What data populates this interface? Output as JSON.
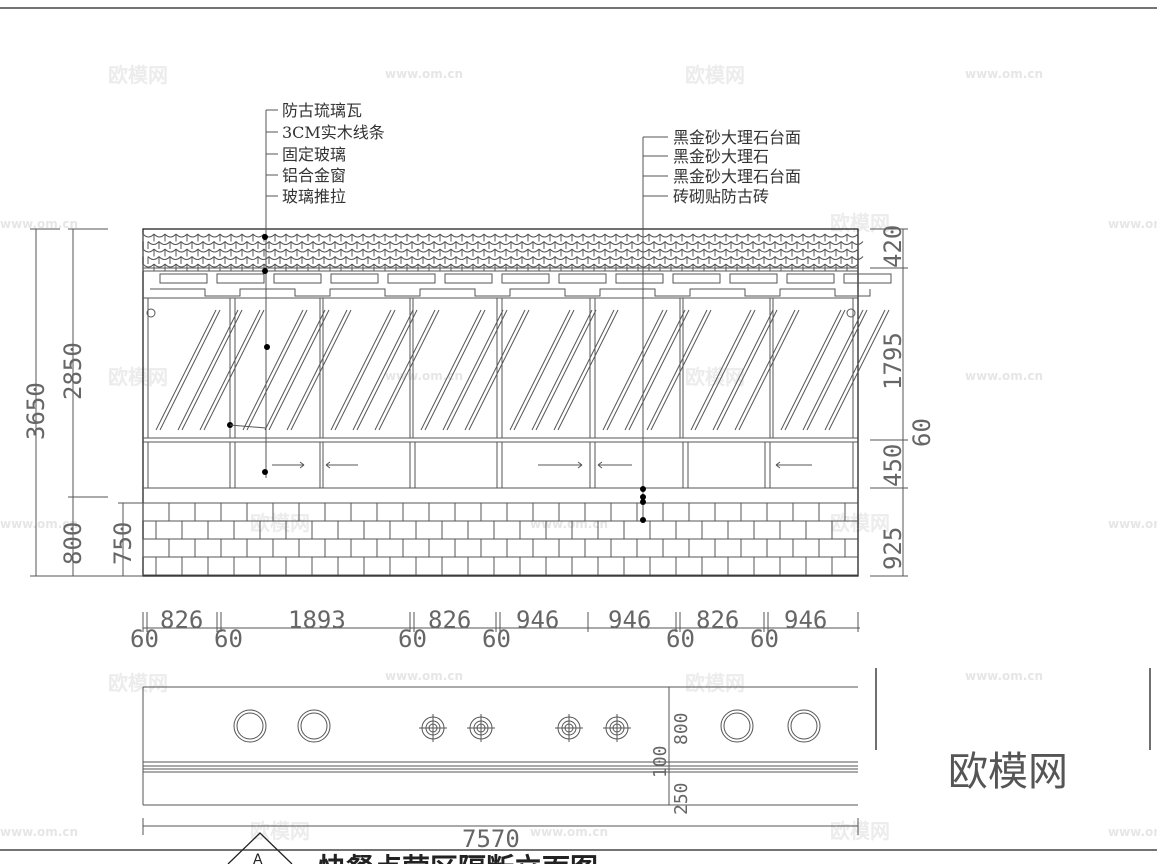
{
  "drawing": {
    "title": "快餐点营区隔断立面图",
    "section_marker": "A",
    "watermark_text": "欧模网",
    "watermark_url": "www.om.cn",
    "logo_text": "欧模网"
  },
  "labels_left": [
    "防古琉璃瓦",
    "3CM实木线条",
    "固定玻璃",
    "铝合金窗",
    "玻璃推拉"
  ],
  "labels_right": [
    "黑金砂大理石台面",
    "黑金砂大理石",
    "黑金砂大理石台面",
    "砖砌贴防古砖"
  ],
  "dims_left": {
    "total": "3650",
    "upper": "2850",
    "lower": "800",
    "counter": "750"
  },
  "dims_right": {
    "roof": "420",
    "glass": "1795",
    "panel": "450",
    "gap": "60",
    "base": "925"
  },
  "dims_bottom": {
    "top": [
      "826",
      "1893",
      "826",
      "946",
      "946",
      "826",
      "946"
    ],
    "under": [
      "60",
      "60",
      "60",
      "60",
      "60",
      "60"
    ]
  },
  "plan": {
    "dim_800": "800",
    "dim_100": "100",
    "dim_250": "250",
    "total": "7570"
  }
}
